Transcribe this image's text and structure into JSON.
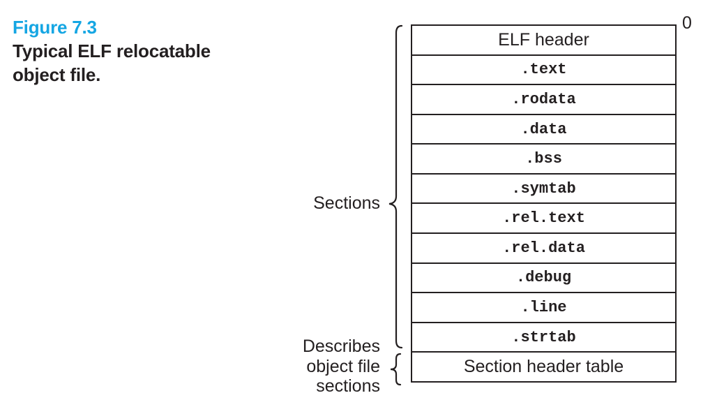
{
  "figure": {
    "label": "Figure 7.3",
    "caption_line1": "Typical ELF relocatable",
    "caption_line2": "object file."
  },
  "diagram": {
    "offset_label": "0",
    "sections_label": "Sections",
    "describes": {
      "line1": "Describes",
      "line2": "object file",
      "line3": "sections"
    },
    "rows": [
      {
        "label": "ELF header",
        "font": "sans"
      },
      {
        "label": ".text",
        "font": "mono"
      },
      {
        "label": ".rodata",
        "font": "mono"
      },
      {
        "label": ".data",
        "font": "mono"
      },
      {
        "label": ".bss",
        "font": "mono"
      },
      {
        "label": ".symtab",
        "font": "mono"
      },
      {
        "label": ".rel.text",
        "font": "mono"
      },
      {
        "label": ".rel.data",
        "font": "mono"
      },
      {
        "label": ".debug",
        "font": "mono"
      },
      {
        "label": ".line",
        "font": "mono"
      },
      {
        "label": ".strtab",
        "font": "mono"
      },
      {
        "label": "Section header table",
        "font": "sans"
      }
    ],
    "colors": {
      "line": "#231f20",
      "text": "#231f20",
      "figure_label_blue": "#15a6e3"
    }
  }
}
